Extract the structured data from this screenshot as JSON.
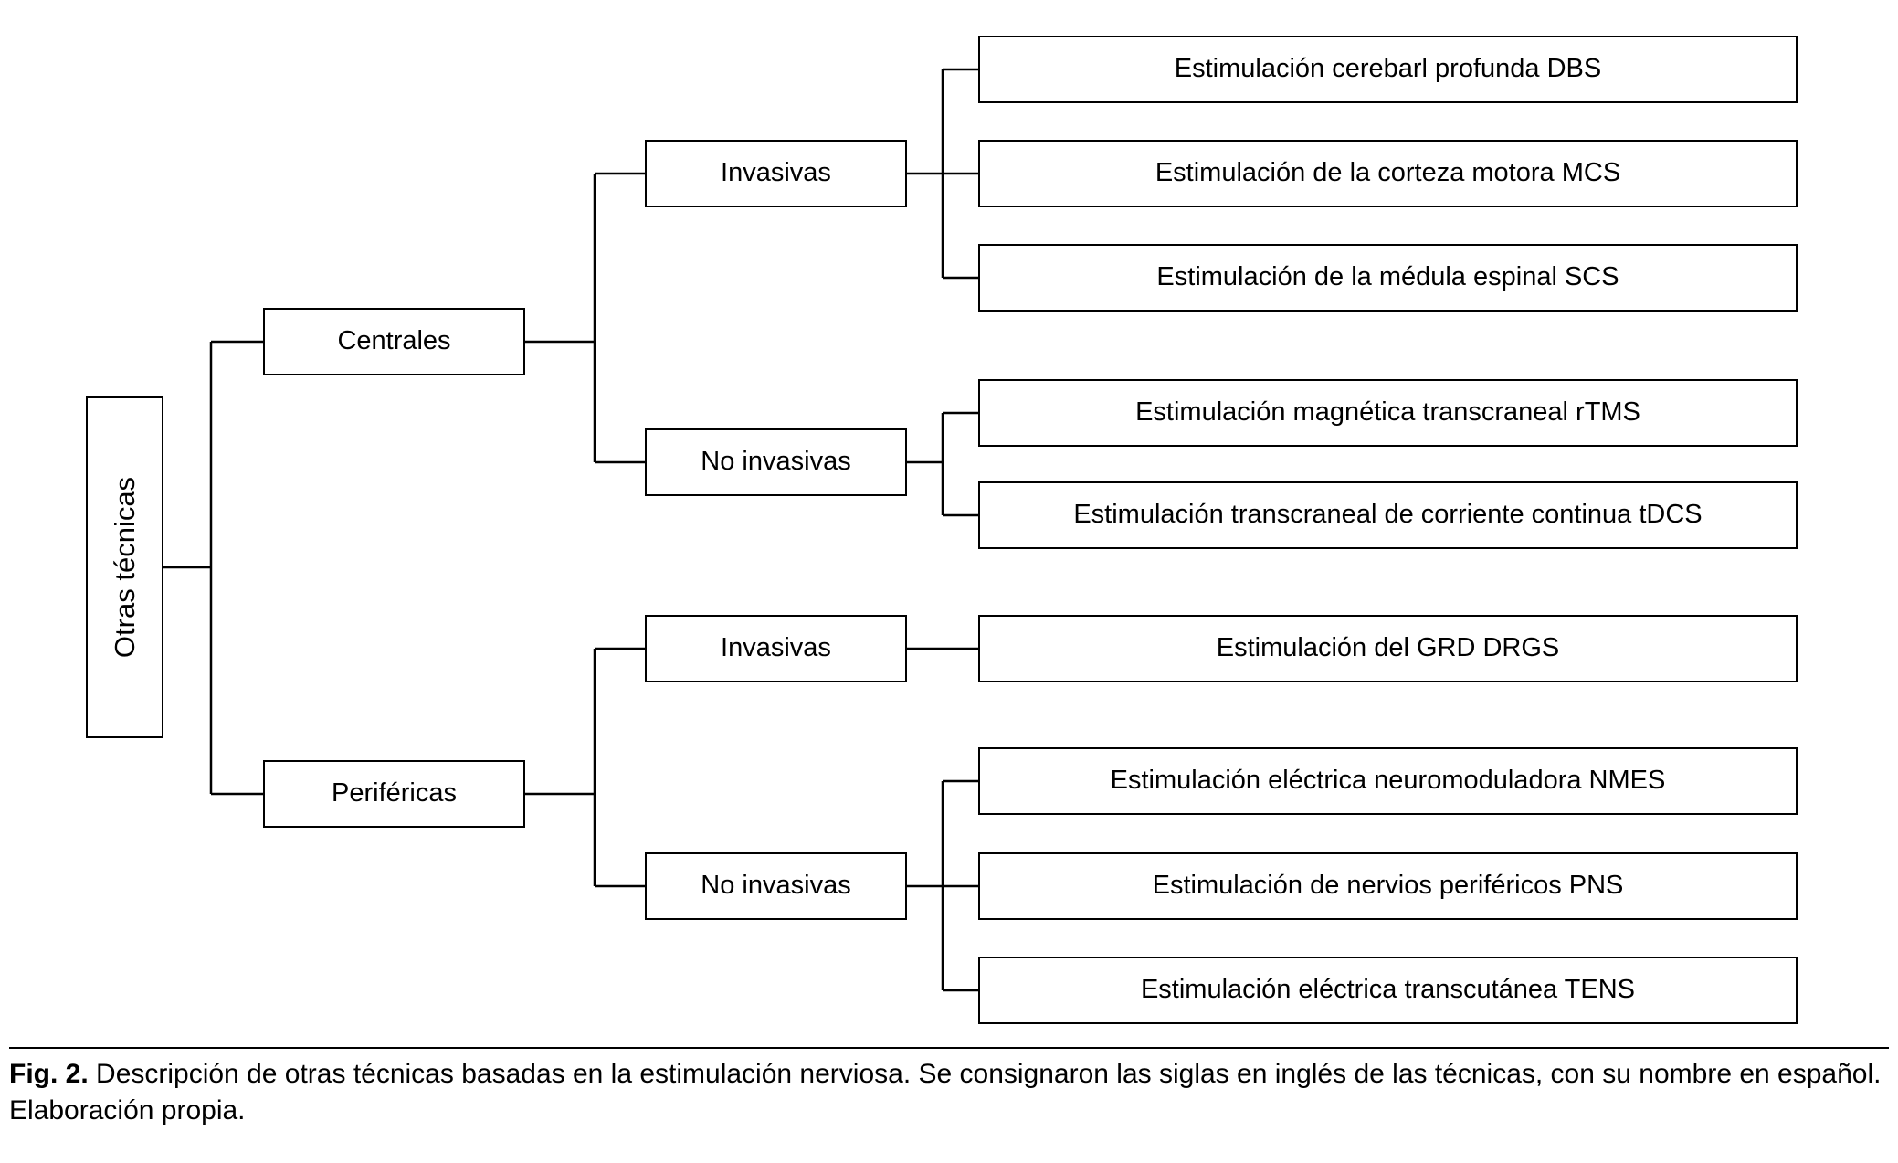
{
  "diagram": {
    "root_label": "Otras técnicas",
    "level1": [
      {
        "label": "Centrales"
      },
      {
        "label": "Periféricas"
      }
    ],
    "level2": [
      {
        "label": "Invasivas"
      },
      {
        "label": "No invasivas"
      },
      {
        "label": "Invasivas"
      },
      {
        "label": "No invasivas"
      }
    ],
    "leaves": [
      {
        "label": "Estimulación cerebarl profunda DBS"
      },
      {
        "label": "Estimulación de la corteza motora MCS"
      },
      {
        "label": "Estimulación de la médula espinal SCS"
      },
      {
        "label": "Estimulación magnética transcraneal rTMS"
      },
      {
        "label": "Estimulación transcraneal de corriente continua tDCS"
      },
      {
        "label": "Estimulación del GRD DRGS"
      },
      {
        "label": "Estimulación eléctrica neuromoduladora NMES"
      },
      {
        "label": "Estimulación de nervios periféricos PNS"
      },
      {
        "label": "Estimulación eléctrica transcutánea TENS"
      }
    ]
  },
  "caption": {
    "fig_label": "Fig. 2.",
    "description": " Descripción de otras técnicas basadas en la estimulación nerviosa. Se consignaron las siglas en inglés de las técnicas, con su nombre en español.",
    "credit": "Elaboración propia."
  },
  "colors": {
    "line": "#000000",
    "box_border": "#000000",
    "background": "#ffffff",
    "text": "#000000"
  }
}
